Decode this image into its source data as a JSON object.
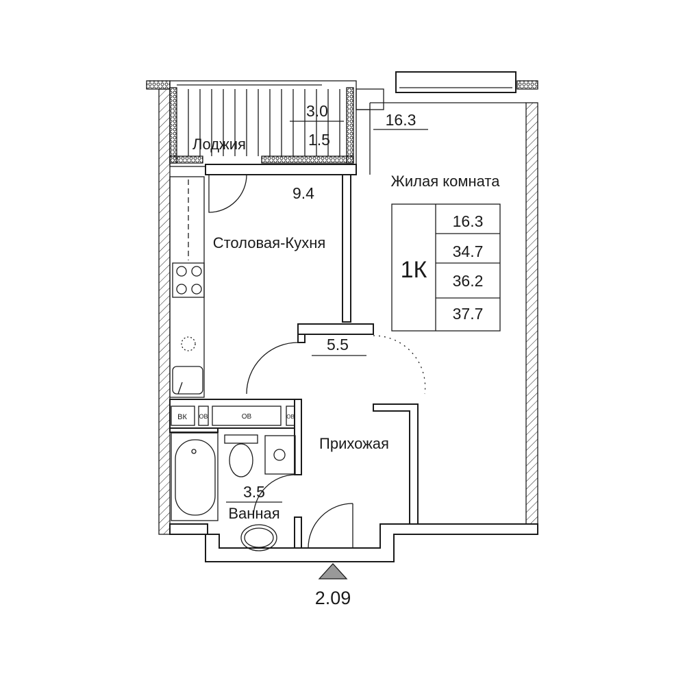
{
  "rooms": {
    "loggia": {
      "name": "Лоджия",
      "area_total": "3.0",
      "area_reduced": "1.5"
    },
    "living": {
      "name": "Жилая комната",
      "area": "16.3"
    },
    "kitchen": {
      "name": "Столовая-Кухня",
      "area": "9.4"
    },
    "hall": {
      "name": "Прихожая",
      "area": "5.5"
    },
    "bath": {
      "name": "Ванная",
      "area": "3.5"
    }
  },
  "shafts": {
    "vk": "ВК",
    "ov1": "ОВ",
    "ov2": "ОВ",
    "ov3": "ОВ"
  },
  "summary": {
    "type": "1К",
    "values": [
      "16.3",
      "34.7",
      "36.2",
      "37.7"
    ]
  },
  "entrance": {
    "height": "2.09"
  }
}
